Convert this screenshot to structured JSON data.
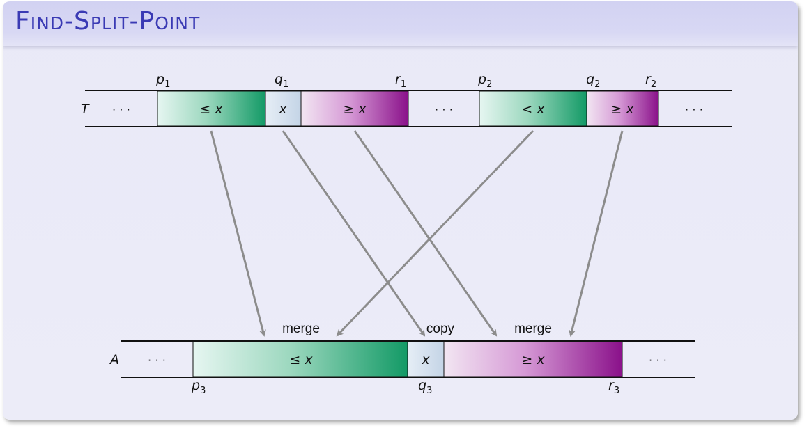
{
  "title": "Find-Split-Point",
  "arrays": {
    "top_label": "T",
    "bottom_label": "A",
    "ellipsis": "· · ·"
  },
  "top_cells": {
    "le_x_1": "≤ x",
    "x": "x",
    "ge_x_1": "≥ x",
    "lt_x_2": "< x",
    "ge_x_2": "≥ x"
  },
  "top_indices": {
    "p1": {
      "base": "p",
      "sub": "1"
    },
    "q1": {
      "base": "q",
      "sub": "1"
    },
    "r1": {
      "base": "r",
      "sub": "1"
    },
    "p2": {
      "base": "p",
      "sub": "2"
    },
    "q2": {
      "base": "q",
      "sub": "2"
    },
    "r2": {
      "base": "r",
      "sub": "2"
    }
  },
  "bottom_cells": {
    "le_x": "≤ x",
    "x": "x",
    "ge_x": "≥ x"
  },
  "bottom_indices": {
    "p3": {
      "base": "p",
      "sub": "3"
    },
    "q3": {
      "base": "q",
      "sub": "3"
    },
    "r3": {
      "base": "r",
      "sub": "3"
    }
  },
  "operations": {
    "merge_left": "merge",
    "copy": "copy",
    "merge_right": "merge"
  },
  "colors": {
    "title": "#3a3ab4",
    "green": "#139a66",
    "purple": "#8a118a",
    "x_cell": "#d0dcea",
    "arrow": "#8c8c8c"
  }
}
